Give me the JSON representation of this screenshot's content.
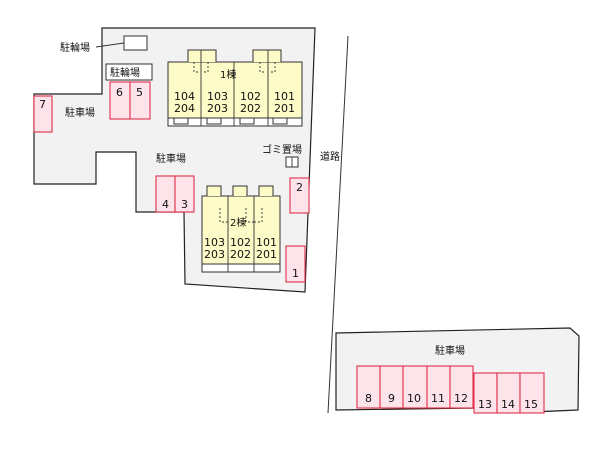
{
  "labels": {
    "bicycle_parking_top": "駐輪場",
    "bicycle_parking_box": "駐輪場",
    "parking_west": "駐車場",
    "parking_center": "駐車場",
    "parking_lower_lot": "駐車場",
    "garbage": "ゴミ置場",
    "road": "道路"
  },
  "building1": {
    "name": "1棟",
    "rooms": [
      {
        "lower": "104",
        "upper": "204"
      },
      {
        "lower": "103",
        "upper": "203"
      },
      {
        "lower": "102",
        "upper": "202"
      },
      {
        "lower": "101",
        "upper": "201"
      }
    ]
  },
  "building2": {
    "name": "2棟",
    "rooms": [
      {
        "lower": "103",
        "upper": "203"
      },
      {
        "lower": "102",
        "upper": "202"
      },
      {
        "lower": "101",
        "upper": "201"
      }
    ]
  },
  "parking_numbers": [
    "1",
    "2",
    "3",
    "4",
    "5",
    "6",
    "7",
    "8",
    "9",
    "10",
    "11",
    "12",
    "13",
    "14",
    "15"
  ],
  "colors": {
    "building_fill": "#fdfbc8",
    "parking_fill": "#fde4ea",
    "parking_stroke": "#e0304a",
    "lot_fill": "#f2f2f2"
  }
}
